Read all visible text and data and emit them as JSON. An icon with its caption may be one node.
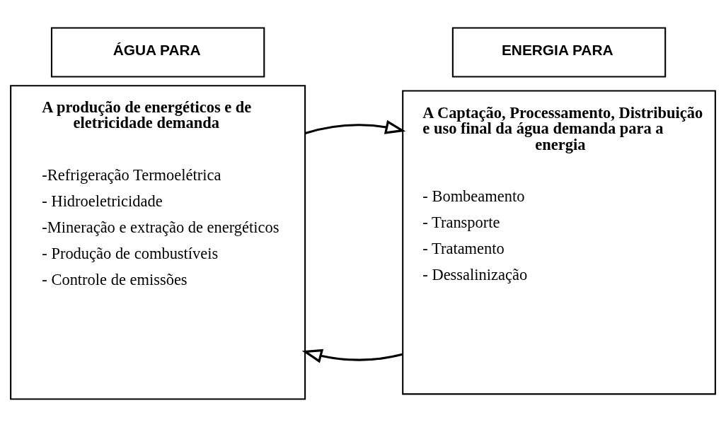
{
  "diagram": {
    "nodes": [
      {
        "text": [
          "ÁGUA PARA"
        ]
      },
      {
        "text": [
          "A produção de energéticos e de eletricidade demanda",
          "-Refrigeração Termoelétrica",
          "- Hidroeletricidade",
          "-Mineração e extração de energéticos",
          "- Produção de combustíveis",
          "- Controle de emissões"
        ]
      },
      {
        "text": [
          "ENERGIA PARA"
        ]
      },
      {
        "text": [
          "A Captação, Processamento, Distribuição e uso final da água demanda para a energia",
          "- Bombeamento",
          "- Transporte",
          "- Tratamento",
          "- Dessalinização"
        ]
      }
    ],
    "edges": [
      {
        "from": 3,
        "to": 1,
        "arrow": "to"
      },
      {
        "from": 1,
        "to": 3,
        "arrow": "to"
      }
    ]
  }
}
